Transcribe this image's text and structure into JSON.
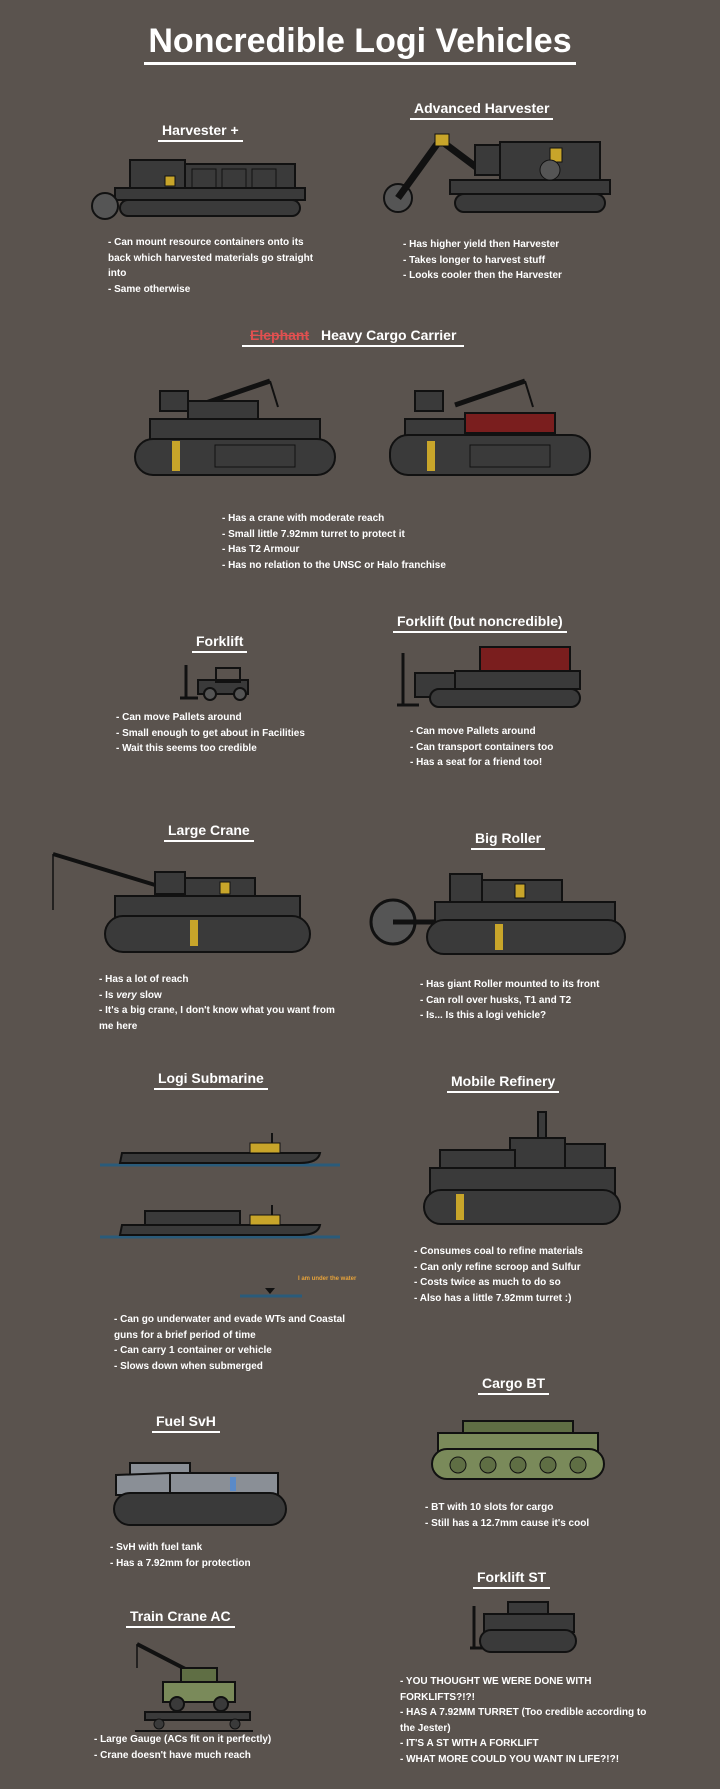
{
  "title": "Noncredible Logi Vehicles",
  "colors": {
    "background": "#5a534e",
    "hull": "#3a3a3a",
    "outline": "#111111",
    "stripe": "#c8a52a",
    "container": "#7a1e1e",
    "water": "#2a5b7a",
    "camo": "#7a8a5a",
    "fuel_hull": "#8a8f96",
    "stroke_text": "#e05050"
  },
  "sections": {
    "harvester_plus": {
      "title": "Harvester +",
      "bullets": [
        "- Can mount resource containers onto its back which harvested materials go straight into",
        "- Same otherwise"
      ]
    },
    "advanced_harvester": {
      "title": "Advanced Harvester",
      "bullets": [
        "- Has higher yield then Harvester",
        "- Takes longer to harvest stuff",
        "- Looks cooler then the Harvester"
      ]
    },
    "heavy_cargo": {
      "title_struck": "Elephant",
      "title_rest": " Heavy Cargo Carrier",
      "bullets": [
        "- Has a crane with moderate reach",
        "- Small little 7.92mm turret to protect it",
        "- Has T2 Armour",
        "- Has no relation to the UNSC or Halo franchise"
      ]
    },
    "forklift": {
      "title": "Forklift",
      "bullets": [
        "- Can move Pallets around",
        "- Small enough to get about in Facilities",
        "- Wait this seems too credible"
      ]
    },
    "forklift_noncredible": {
      "title": "Forklift (but noncredible)",
      "bullets": [
        "- Can move Pallets around",
        "- Can transport containers too",
        "- Has a seat for a friend too!"
      ]
    },
    "large_crane": {
      "title": "Large Crane",
      "b1": "- Has a lot of reach",
      "b2_pre": "- Is ",
      "b2_em": "very",
      "b2_post": " slow",
      "b3": "- It's a big crane, I don't know what you want from me here"
    },
    "big_roller": {
      "title": "Big Roller",
      "bullets": [
        "- Has giant Roller mounted to its front",
        "- Can roll over husks, T1 and T2",
        "- Is... Is this a logi vehicle?"
      ]
    },
    "logi_submarine": {
      "title": "Logi Submarine",
      "caption": "I am under the water",
      "bullets": [
        "- Can go underwater and evade WTs and Coastal guns for a brief period of time",
        "- Can carry 1 container or vehicle",
        "- Slows down when submerged"
      ]
    },
    "mobile_refinery": {
      "title": "Mobile Refinery",
      "bullets": [
        "- Consumes coal to refine materials",
        "- Can only refine scroop and Sulfur",
        "- Costs twice as much to do so",
        "- Also has a little 7.92mm turret :)"
      ]
    },
    "cargo_bt": {
      "title": "Cargo BT",
      "bullets": [
        "- BT with 10 slots for cargo",
        "- Still has a 12.7mm cause it's cool"
      ]
    },
    "fuel_svh": {
      "title": "Fuel SvH",
      "bullets": [
        "- SvH with fuel tank",
        "- Has a 7.92mm for protection"
      ]
    },
    "forklift_st": {
      "title": "Forklift ST",
      "bullets": [
        "- YOU THOUGHT WE WERE DONE WITH FORKLIFTS?!?!",
        "- HAS A 7.92MM TURRET (Too credible according to the Jester)",
        "- IT'S A ST WITH A FORKLIFT",
        "- WHAT MORE COULD YOU WANT IN LIFE?!?!"
      ]
    },
    "train_crane_ac": {
      "title": "Train Crane AC",
      "bullets": [
        "- Large Gauge (ACs fit on it perfectly)",
        "- Crane doesn't have much reach"
      ]
    }
  }
}
